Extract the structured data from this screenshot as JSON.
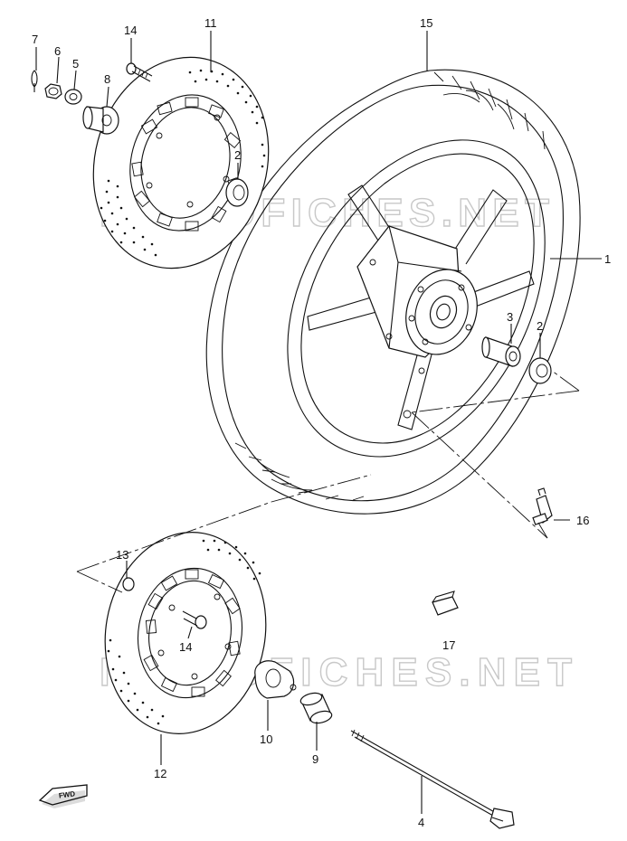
{
  "watermarks": [
    "MICROFICHES.NET",
    "MICROFICHES.NET"
  ],
  "fwd_label": "FWD",
  "callouts": {
    "c1": "1",
    "c2a": "2",
    "c2b": "2",
    "c3": "3",
    "c4": "4",
    "c5": "5",
    "c6": "6",
    "c7": "7",
    "c8": "8",
    "c9": "9",
    "c10": "10",
    "c11": "11",
    "c12": "12",
    "c13": "13",
    "c14a": "14",
    "c14b": "14",
    "c15": "15",
    "c16": "16",
    "c17": "17"
  }
}
